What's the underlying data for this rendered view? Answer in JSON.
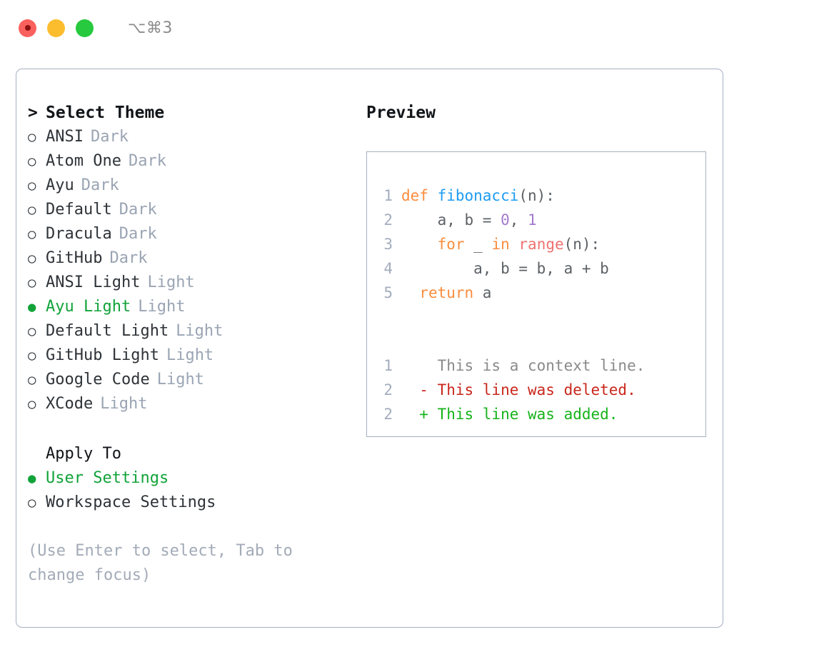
{
  "titlebar": {
    "shortcut": "⌥⌘3",
    "lights": [
      {
        "name": "close-button",
        "color": "#f9615e"
      },
      {
        "name": "minimize-button",
        "color": "#fbbd2e"
      },
      {
        "name": "maximize-button",
        "color": "#27c93f"
      }
    ]
  },
  "theme_section": {
    "caret": ">",
    "title": "Select Theme",
    "bullet_unselected": "○",
    "bullet_selected": "●",
    "items": [
      {
        "label": "ANSI",
        "badge": "Dark",
        "selected": false
      },
      {
        "label": "Atom One",
        "badge": "Dark",
        "selected": false
      },
      {
        "label": "Ayu",
        "badge": "Dark",
        "selected": false
      },
      {
        "label": "Default",
        "badge": "Dark",
        "selected": false
      },
      {
        "label": "Dracula",
        "badge": "Dark",
        "selected": false
      },
      {
        "label": "GitHub",
        "badge": "Dark",
        "selected": false
      },
      {
        "label": "ANSI Light",
        "badge": "Light",
        "selected": false
      },
      {
        "label": "Ayu Light",
        "badge": "Light",
        "selected": true
      },
      {
        "label": "Default Light",
        "badge": "Light",
        "selected": false
      },
      {
        "label": "GitHub Light",
        "badge": "Light",
        "selected": false
      },
      {
        "label": "Google Code",
        "badge": "Light",
        "selected": false
      },
      {
        "label": "XCode",
        "badge": "Light",
        "selected": false
      }
    ]
  },
  "apply_section": {
    "title": "Apply To",
    "items": [
      {
        "label": "User Settings",
        "selected": true
      },
      {
        "label": "Workspace Settings",
        "selected": false
      }
    ]
  },
  "hint": "(Use Enter to select, Tab to change focus)",
  "preview": {
    "title": "Preview",
    "code_lines": [
      {
        "no": "1",
        "tokens": [
          {
            "t": "def ",
            "c": "tok-kw"
          },
          {
            "t": "fibonacci",
            "c": "tok-fn"
          },
          {
            "t": "(n):",
            "c": "tok-pl"
          }
        ]
      },
      {
        "no": "2",
        "tokens": [
          {
            "t": "    a, b = ",
            "c": "tok-pl"
          },
          {
            "t": "0",
            "c": "tok-num"
          },
          {
            "t": ", ",
            "c": "tok-pl"
          },
          {
            "t": "1",
            "c": "tok-num"
          }
        ]
      },
      {
        "no": "3",
        "tokens": [
          {
            "t": "    ",
            "c": "tok-pl"
          },
          {
            "t": "for",
            "c": "tok-kw"
          },
          {
            "t": " _ ",
            "c": "tok-pl"
          },
          {
            "t": "in",
            "c": "tok-kw"
          },
          {
            "t": " ",
            "c": "tok-pl"
          },
          {
            "t": "range",
            "c": "tok-bi"
          },
          {
            "t": "(n):",
            "c": "tok-pl"
          }
        ]
      },
      {
        "no": "4",
        "tokens": [
          {
            "t": "        a, b = b, a + b",
            "c": "tok-pl"
          }
        ]
      },
      {
        "no": "5",
        "tokens": [
          {
            "t": "  ",
            "c": "tok-pl"
          },
          {
            "t": "return",
            "c": "tok-kw"
          },
          {
            "t": " a",
            "c": "tok-pl"
          }
        ]
      }
    ],
    "diff_lines": [
      {
        "no": "1",
        "marker": "  ",
        "text": "This is a context line.",
        "c": "tok-ctx"
      },
      {
        "no": "2",
        "marker": "- ",
        "text": "This line was deleted.",
        "c": "tok-del"
      },
      {
        "no": "2",
        "marker": "+ ",
        "text": "This line was added.",
        "c": "tok-add"
      }
    ]
  }
}
